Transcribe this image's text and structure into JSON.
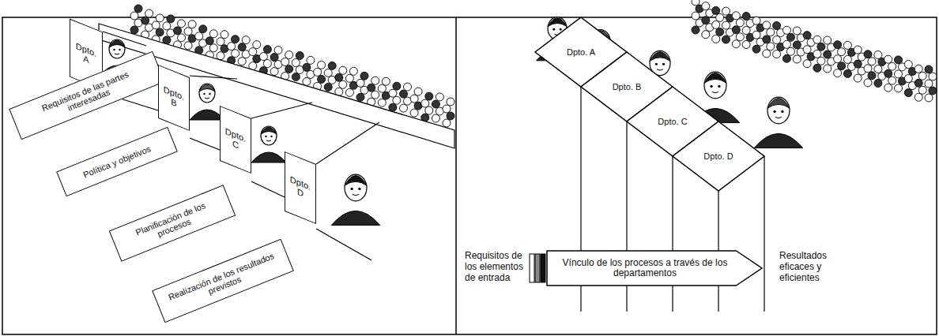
{
  "diagram": {
    "nodes": [
      {
        "text": [
          "Dpto. A"
        ]
      },
      {
        "text": [
          "Requisitos de las partes interesadas"
        ]
      },
      {
        "text": [
          "Dpto. B"
        ]
      },
      {
        "text": [
          "Política y objetivos"
        ]
      },
      {
        "text": [
          "Dpto. C"
        ]
      },
      {
        "text": [
          "Planificación de los procesos"
        ]
      },
      {
        "text": [
          "Dpto. D"
        ]
      },
      {
        "text": [
          "Realización de los resultados previstos"
        ]
      },
      {
        "text": [
          "Dpto. A"
        ]
      },
      {
        "text": [
          "Dpto. B"
        ]
      },
      {
        "text": [
          "Dpto. C"
        ]
      },
      {
        "text": [
          "Dpto. D"
        ]
      },
      {
        "text": [
          "Vínculo de los procesos a través de los departamentos"
        ]
      }
    ],
    "labels": [
      "Requisitos de los elementos de entrada",
      "Resultados eficaces y eficientes"
    ]
  }
}
